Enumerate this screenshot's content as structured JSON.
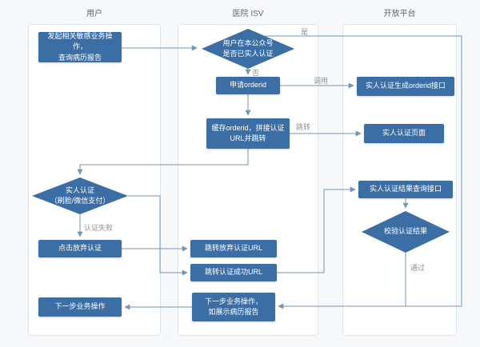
{
  "lanes": [
    {
      "title": "用户"
    },
    {
      "title": "医院 ISV"
    },
    {
      "title": "开放平台"
    }
  ],
  "nodes": {
    "start": {
      "label": "发起相关敏感业务操作，\n查询病历报告"
    },
    "check_auth": {
      "label": "用户在本公众号\n是否已实人认证"
    },
    "apply_orderid": {
      "label": "申请orderid"
    },
    "gen_orderid_api": {
      "label": "实人认证生成orderid接口"
    },
    "cache_orderid": {
      "label": "缓存orderid，拼接认证\nURL并跳转"
    },
    "auth_page": {
      "label": "实人认证页面"
    },
    "do_auth": {
      "label": "实人认证\n（刷脸/微信支付）"
    },
    "click_abandon": {
      "label": "点击放弃认证"
    },
    "jump_abandon": {
      "label": "跳转放弃认证URL"
    },
    "jump_success": {
      "label": "跳转认证成功URL"
    },
    "query_result_api": {
      "label": "实人认证结果查询接口"
    },
    "verify_result": {
      "label": "校验认证结果"
    },
    "next_step_isv": {
      "label": "下一步业务操作，\n如展示病历报告"
    },
    "next_step_user": {
      "label": "下一步业务操作"
    }
  },
  "edge_labels": {
    "yes": "是",
    "no": "否",
    "call": "调用",
    "jump": "跳转",
    "auth_fail": "认证失败",
    "pass": "通过"
  },
  "colors": {
    "page_bg": "#f7f8fa",
    "lane_border": "#dce6f0",
    "node_bg": "#3a6ea5",
    "line_color": "#7296b8",
    "label_color": "#8b9099",
    "title_color": "#5a6675"
  }
}
